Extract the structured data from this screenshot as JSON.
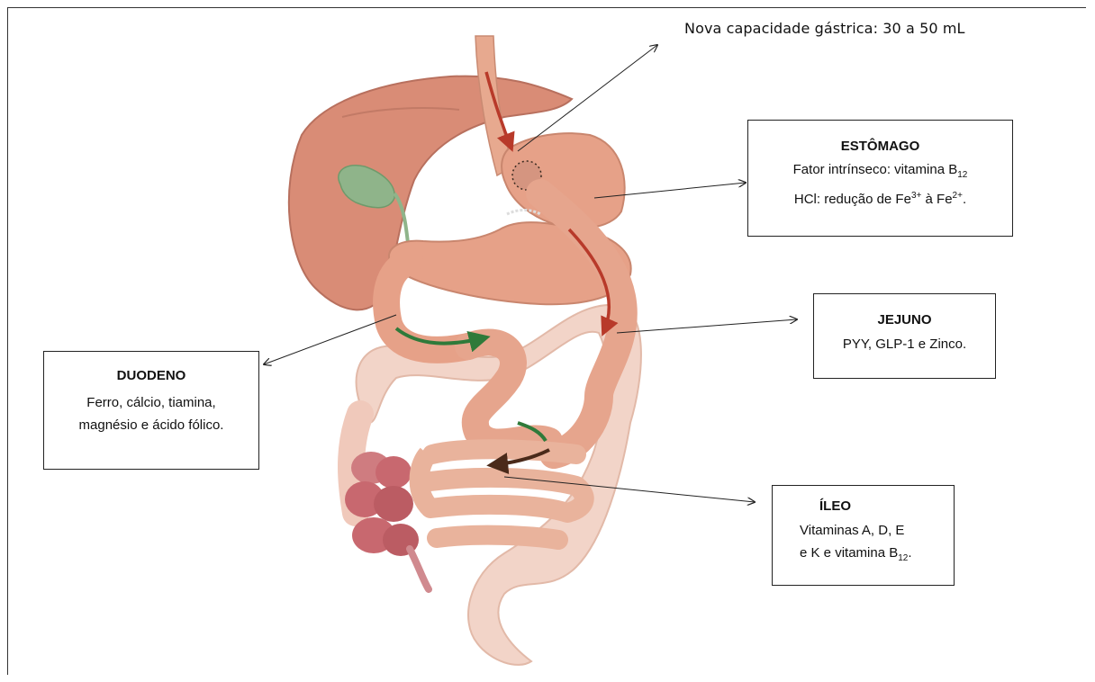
{
  "top_label": "Nova capacidade gástrica: 30 a 50 mL",
  "estomago": {
    "title": "ESTÔMAGO",
    "line1_pre": "Fator intrínseco: vitamina B",
    "line1_sub": "12",
    "line2_pre": "HCl: redução de Fe",
    "line2_sup1": "3+",
    "line2_mid": " à Fe",
    "line2_sup2": "2+",
    "line2_post": "."
  },
  "jejuno": {
    "title": "JEJUNO",
    "line1": "PYY, GLP-1 e Zinco."
  },
  "duodeno": {
    "title": "DUODENO",
    "line1": "Ferro, cálcio, tiamina,",
    "line2": "magnésio e ácido fólico."
  },
  "ileo": {
    "title": "ÍLEO",
    "line1": "Vitaminas A, D, E",
    "line2_pre": "e K e vitamina B",
    "line2_sub": "12",
    "line2_post": "."
  },
  "colors": {
    "liver": "#d98c76",
    "gallbladder": "#8fb48a",
    "stomach": "#e6a188",
    "intestine": "#e9b39c",
    "colon": "#f2d4c8",
    "rectum": "#c8686f",
    "arrow_red": "#b83a2a",
    "arrow_green": "#2f7a3a"
  }
}
